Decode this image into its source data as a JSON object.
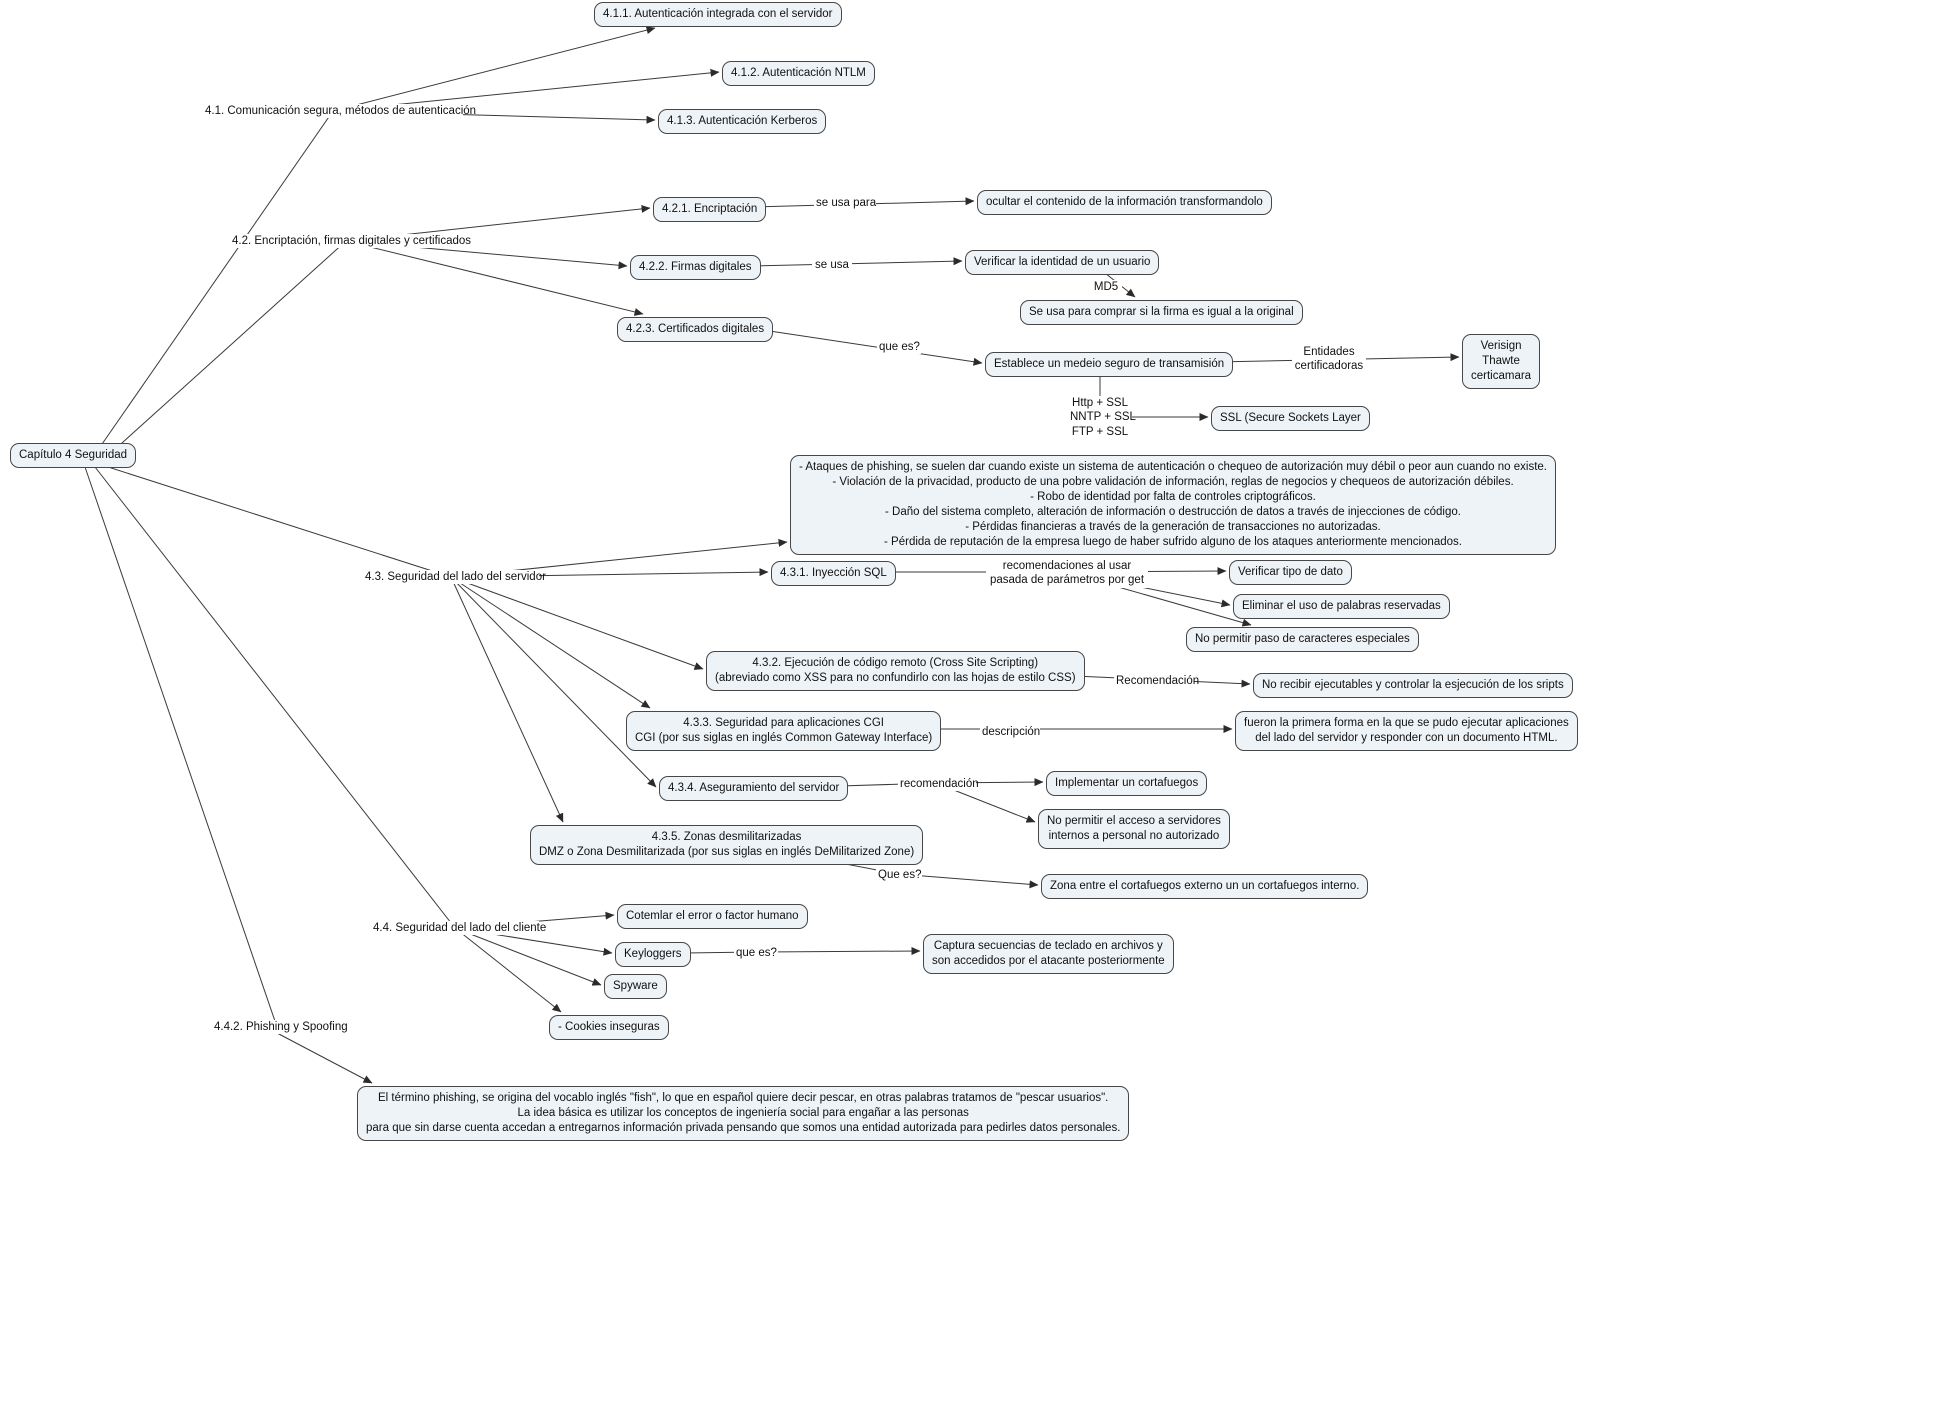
{
  "map": {
    "root": {
      "label": "Capítulo 4 Seguridad"
    },
    "s41": {
      "label": "4.1. Comunicación segura, métodos de autenticación",
      "n411": "4.1.1. Autenticación integrada con el servidor",
      "n412": "4.1.2. Autenticación NTLM",
      "n413": "4.1.3. Autenticación Kerberos"
    },
    "s42": {
      "label": "4.2. Encriptación, firmas digitales y certificados",
      "n421": "4.2.1. Encriptación",
      "link_se_usa_para": "se usa para",
      "ocultar": "ocultar el contenido de la información transformandolo",
      "n422": "4.2.2. Firmas digitales",
      "link_se_usa": "se usa",
      "verificar_identidad": "Verificar la identidad de un usuario",
      "link_md5": "MD5",
      "comparar_firma": "Se usa para comprar si la firma es igual a la original",
      "n423": "4.2.3. Certificados digitales",
      "link_que_es": "que es?",
      "establece": "Establece un medeio seguro de transamisión",
      "link_entidades": "Entidades\ncertificadoras",
      "verisign": "Verisign\nThawte\ncerticamara",
      "link_protocolos": "Http + SSL\nNNTP + SSL\nFTP + SSL",
      "ssl": "SSL (Secure Sockets Layer"
    },
    "s43": {
      "label": "4.3. Seguridad del lado del servidor",
      "riesgos": "- Ataques de phishing, se suelen dar cuando existe un sistema de autenticación o chequeo de autorización muy débil o peor aun cuando no existe.\n- Violación de la privacidad, producto de una pobre validación de información, reglas de negocios y chequeos de autorización débiles.\n- Robo de identidad por falta de controles criptográficos.\n- Daño del sistema completo, alteración de información o destrucción de datos a través de injecciones de código.\n- Pérdidas financieras a través de la generación de transacciones no autorizadas.\n- Pérdida de reputación de la empresa luego de haber sufrido alguno de los ataques anteriormente mencionados.",
      "n431": "4.3.1. Inyección SQL",
      "link_recomendaciones_get": "recomendaciones al usar\npasada de parámetros por get",
      "verificar_tipo": "Verificar tipo de dato",
      "eliminar_reservadas": "Eliminar el uso de palabras reservadas",
      "no_caracteres": "No permitir paso de caracteres especiales",
      "n432": "4.3.2. Ejecución de código remoto (Cross Site Scripting)\n(abreviado como XSS para no confundirlo con las hojas de estilo CSS)",
      "link_recomendacion": "Recomendación",
      "no_ejecutables": "No recibir ejecutables y controlar la esjecución de los sripts",
      "n433": "4.3.3. Seguridad para aplicaciones CGI\nCGI (por sus siglas en inglés Common Gateway Interface)",
      "link_descripcion": "descripción",
      "cgi_descripcion": "fueron la primera forma en la que se pudo ejecutar aplicaciones\ndel lado del servidor y responder con un documento HTML.",
      "n434": "4.3.4. Aseguramiento del servidor",
      "link_recomendacion2": "recomendación",
      "cortafuegos": "Implementar un cortafuegos",
      "no_acceso": "No permitir el acceso a servidores\ninternos a personal no autorizado",
      "n435": "4.3.5. Zonas desmilitarizadas\nDMZ o Zona Desmilitarizada (por sus siglas en inglés DeMilitarized Zone)",
      "link_que_es": "Que es?",
      "zona": "Zona entre el cortafuegos externo un un cortafuegos interno."
    },
    "s44": {
      "label": "4.4. Seguridad del lado del cliente",
      "error_humano": "Cotemlar el error o factor humano",
      "keyloggers": "Keyloggers",
      "link_que_es": "que es?",
      "captura": "Captura secuencias de teclado en archivos y\nson accedidos por el atacante posteriormente",
      "spyware": "Spyware",
      "cookies": "- Cookies inseguras"
    },
    "s442": {
      "label": "4.4.2. Phishing y Spoofing",
      "descripcion": "El término phishing, se origina del vocablo inglés \"fish\", lo que en español quiere decir pescar, en otras palabras tratamos de \"pescar usuarios\".\nLa idea básica es utilizar los conceptos de ingeniería social para engañar a las personas\npara que sin darse cuenta accedan a entregarnos información privada pensando que somos una entidad autorizada para pedirles datos personales."
    }
  }
}
